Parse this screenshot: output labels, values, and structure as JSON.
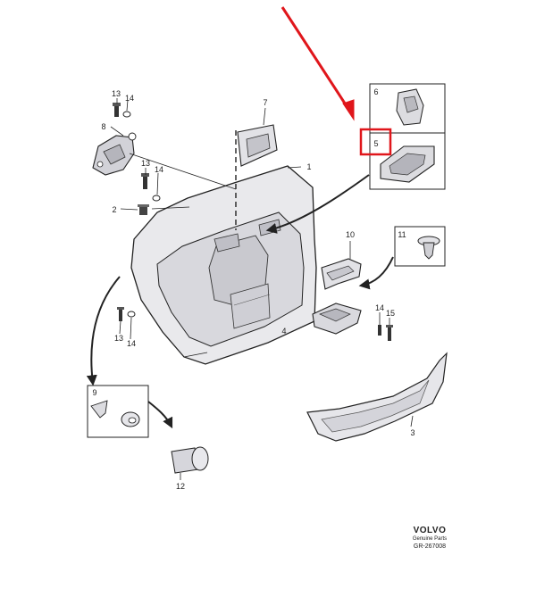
{
  "callouts": {
    "c1": "1",
    "c2": "2",
    "c3": "3",
    "c4": "4",
    "c5": "5",
    "c6": "6",
    "c7": "7",
    "c8": "8",
    "c9": "9",
    "c10": "10",
    "c11": "11",
    "c12": "12",
    "c13a": "13",
    "c14a": "14",
    "c13b": "13",
    "c14b": "14",
    "c13c": "13",
    "c14c": "14",
    "c14d": "14",
    "c15": "15"
  },
  "brand": {
    "logo": "VOLVO",
    "subtitle": "Genuine Parts",
    "code": "GR-267008"
  },
  "colors": {
    "highlight": "#e0161b",
    "line": "#222222",
    "panel_fill": "#e9e9ec",
    "panel_shade": "#d3d3d8"
  }
}
